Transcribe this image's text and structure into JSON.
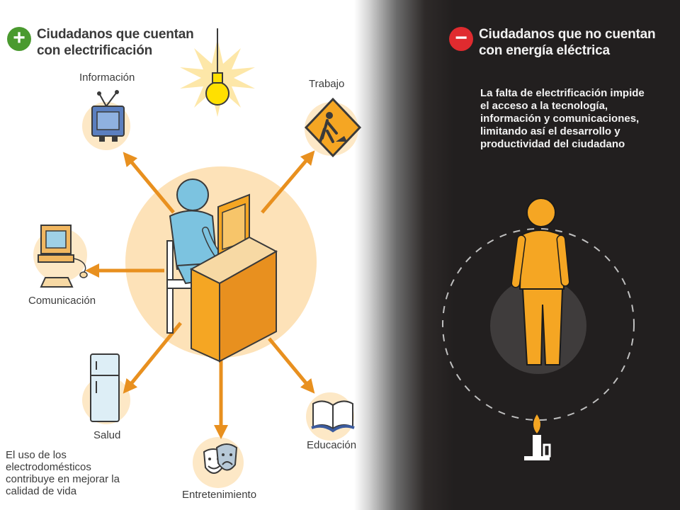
{
  "left_panel": {
    "title": "Ciudadanos que cuentan con electrificación",
    "badge_symbol": "+",
    "badge_color": "#4a9a2f",
    "items": [
      {
        "key": "informacion",
        "label": "Información",
        "icon": "tv-icon"
      },
      {
        "key": "trabajo",
        "label": "Trabajo",
        "icon": "worker-sign-icon"
      },
      {
        "key": "comunicacion",
        "label": "Comunicación",
        "icon": "computer-icon"
      },
      {
        "key": "salud",
        "label": "Salud",
        "icon": "refrigerator-icon"
      },
      {
        "key": "entretenimiento",
        "label": "Entretenimiento",
        "icon": "theater-masks-icon"
      },
      {
        "key": "educacion",
        "label": "Educación",
        "icon": "book-icon"
      }
    ],
    "note": "El uso de los electrodomésticos contribuye en mejorar la calidad de vida"
  },
  "right_panel": {
    "title": "Ciudadanos que no cuentan con energía eléctrica",
    "badge_symbol": "−",
    "badge_color": "#e02b2f",
    "description": "La falta de electrificación impide el acceso a la tecnología, información y comunicaciones, limitando así el desarrollo y productividad del ciudadano"
  },
  "colors": {
    "accent_orange": "#e8901f",
    "figure_orange": "#f5a623",
    "light_circle": "#fde2b8",
    "person_blue": "#7cc3e0",
    "dark_bg": "#221f1f"
  }
}
